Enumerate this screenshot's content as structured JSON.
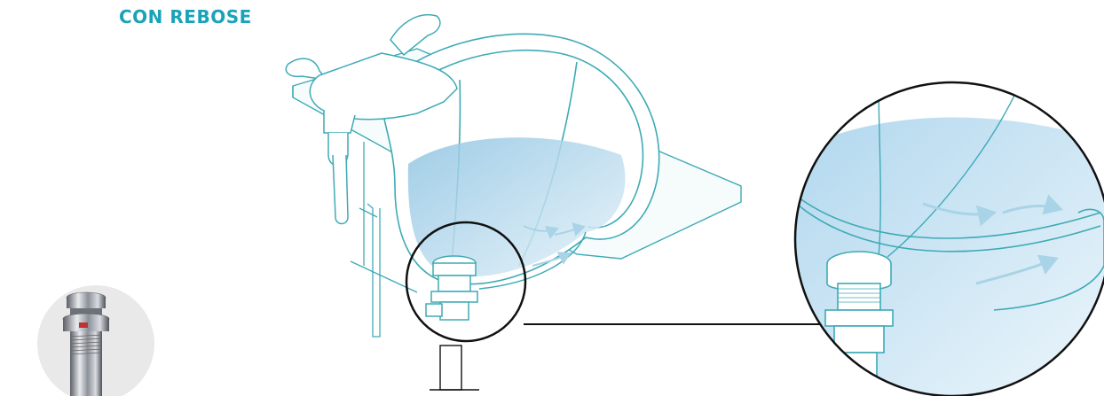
{
  "heading": {
    "text": "CON REBOSE"
  },
  "colors": {
    "accent": "#1aa3b8",
    "outline": "#3eaab5",
    "water": "#bfe0ef",
    "water_deep": "#8fc4e2",
    "arrow": "#a9d3e6",
    "callout": "#111111",
    "thumb_bg": "#e9e9e9"
  },
  "icons": [
    "product-thumbnail",
    "faucet",
    "sink-basin",
    "drain-pipe",
    "zoom-circle",
    "zoom-callout",
    "flow-arrow"
  ]
}
